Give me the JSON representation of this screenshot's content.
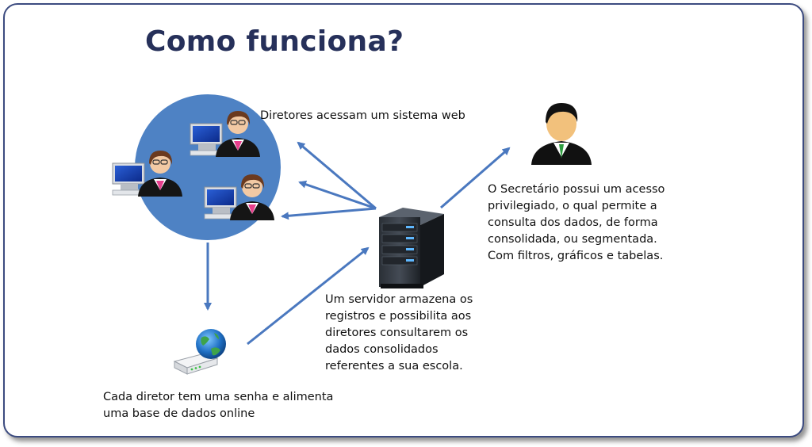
{
  "title": "Como funciona?",
  "captions": {
    "diretores": "Diretores acessam um sistema web",
    "secretario": [
      "O Secretário possui um acesso",
      "privilegiado, o qual permite a",
      "consulta dos dados, de forma",
      "consolidada, ou segmentada.",
      "Com filtros, gráficos e tabelas."
    ],
    "servidor": [
      "Um servidor armazena os",
      "registros e possibilita aos",
      "diretores consultarem os",
      "dados consolidados",
      "referentes a sua escola."
    ],
    "senha": [
      "Cada diretor tem uma senha e alimenta",
      "uma base de dados online"
    ]
  },
  "colors": {
    "arrow": "#4a78bf",
    "circle": "#4e82c4",
    "title": "#26305a",
    "border": "#3c4b80"
  },
  "icons": [
    "director-user-icon",
    "server-icon",
    "router-globe-icon",
    "secretary-user-icon",
    "computer-monitor-icon"
  ]
}
